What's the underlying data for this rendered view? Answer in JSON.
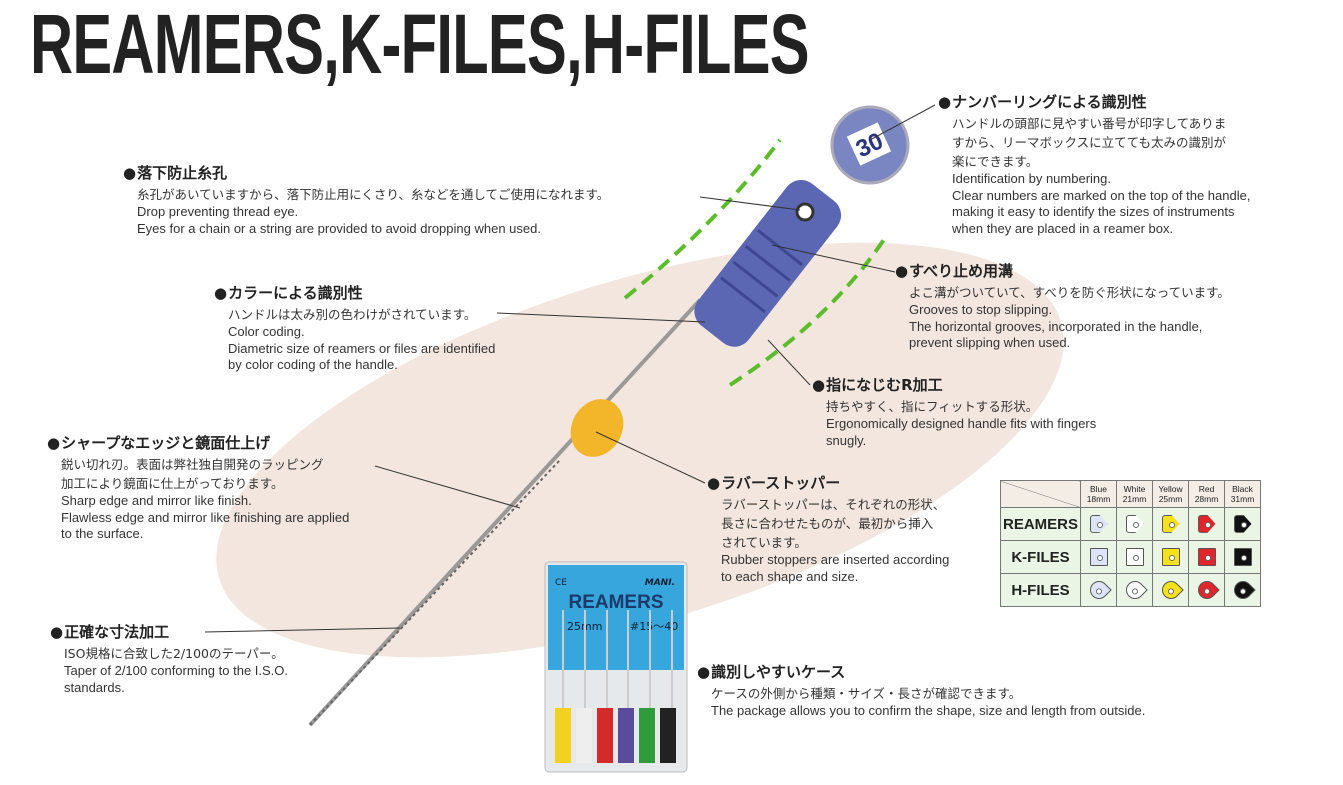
{
  "title": "REAMERS,K-FILES,H-FILES",
  "handle_number": "30",
  "features": [
    {
      "heading": "落下防止糸孔",
      "jp": [
        "糸孔があいていますから、落下防止用にくさり、糸などを通してご使用になれます。"
      ],
      "en": [
        "Drop preventing thread eye.",
        "Eyes for a chain or a string are provided to avoid dropping when used."
      ]
    },
    {
      "heading": "カラーによる識別性",
      "jp": [
        "ハンドルは太み別の色わけがされています。"
      ],
      "en": [
        "Color coding.",
        "Diametric size of reamers or files are identified",
        "by color coding of the handle."
      ]
    },
    {
      "heading": "シャープなエッジと鏡面仕上げ",
      "jp": [
        "鋭い切れ刃。表面は弊社独自開発のラッピング",
        "加工により鏡面に仕上がっております。"
      ],
      "en": [
        "Sharp edge and mirror like finish.",
        "Flawless edge and mirror like finishing are applied",
        "to the surface."
      ]
    },
    {
      "heading": "正確な寸法加工",
      "jp": [
        "ISO規格に合致した2/100のテーパー。"
      ],
      "en": [
        "Taper of 2/100 conforming to the I.S.O.",
        "standards."
      ]
    },
    {
      "heading": "ナンバーリングによる識別性",
      "jp": [
        "ハンドルの頭部に見やすい番号が印字してありま",
        "すから、リーマボックスに立てても太みの識別が",
        "楽にできます。"
      ],
      "en": [
        "Identification by numbering.",
        "Clear numbers are marked on the top of the handle,",
        "making it easy to identify the sizes of instruments",
        "when they are placed in a reamer box."
      ]
    },
    {
      "heading": "すべり止め用溝",
      "jp": [
        "よこ溝がついていて、すべりを防ぐ形状になっています。"
      ],
      "en": [
        "Grooves to stop slipping.",
        "The horizontal grooves, incorporated in the handle,",
        "prevent slipping when used."
      ]
    },
    {
      "heading": "指になじむR加工",
      "jp": [
        "持ちやすく、指にフィットする形状。"
      ],
      "en": [
        "Ergonomically designed handle fits with fingers",
        "snugly."
      ]
    },
    {
      "heading": "ラバーストッパー",
      "jp": [
        "ラバーストッパーは、それぞれの形状、",
        "長さに合わせたものが、最初から挿入",
        "されています。"
      ],
      "en": [
        "Rubber stoppers are inserted according",
        "to each shape and size."
      ]
    },
    {
      "heading": "識別しやすいケース",
      "jp": [
        "ケースの外側から種類・サイズ・長さが確認できます。"
      ],
      "en": [
        "The package allows you to confirm the shape, size and length from outside."
      ]
    }
  ],
  "package": {
    "ce": "CE",
    "brand": "MANI.",
    "name": "REAMERS",
    "length": "25mm",
    "range": "#15～40"
  },
  "stopper_table": {
    "columns": [
      {
        "color": "Blue",
        "length": "18mm",
        "hex": "#dde4f5"
      },
      {
        "color": "White",
        "length": "21mm",
        "hex": "#ffffff"
      },
      {
        "color": "Yellow",
        "length": "25mm",
        "hex": "#f5e21a"
      },
      {
        "color": "Red",
        "length": "28mm",
        "hex": "#e0262b"
      },
      {
        "color": "Black",
        "length": "31mm",
        "hex": "#111111"
      }
    ],
    "rows": [
      {
        "label": "REAMERS",
        "shape": "triangle"
      },
      {
        "label": "K-FILES",
        "shape": "square"
      },
      {
        "label": "H-FILES",
        "shape": "round"
      }
    ]
  }
}
